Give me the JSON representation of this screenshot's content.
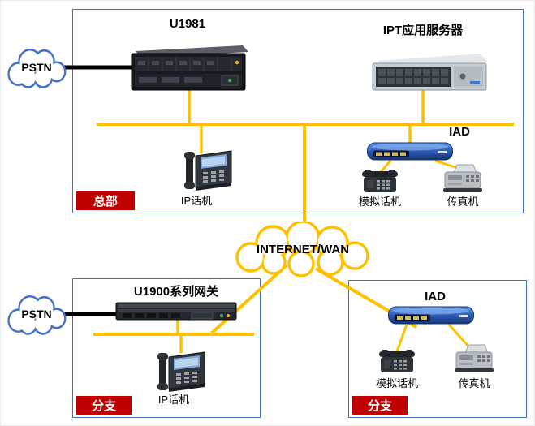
{
  "hq": {
    "badge": "总部",
    "u1981": "U1981",
    "ipt_server": "IPT应用服务器",
    "iad": "IAD",
    "ip_phone": "IP话机",
    "analog_phone": "模拟话机",
    "fax": "传真机"
  },
  "branch_left": {
    "badge": "分支",
    "gateway": "U1900系列网关",
    "ip_phone": "IP话机"
  },
  "branch_right": {
    "badge": "分支",
    "iad": "IAD",
    "analog_phone": "模拟话机",
    "fax": "传真机"
  },
  "pstn_top": "PSTN",
  "pstn_bottom": "PSTN",
  "internet": "INTERNET/WAN",
  "colors": {
    "connection_line": "#FFC000",
    "pstn_line": "#000000",
    "box_border": "#4472C4",
    "badge_bg": "#C00000",
    "badge_text": "#FFFFFF",
    "internet_cloud_stroke": "#FFC000",
    "pstn_cloud_stroke": "#4472C4"
  }
}
